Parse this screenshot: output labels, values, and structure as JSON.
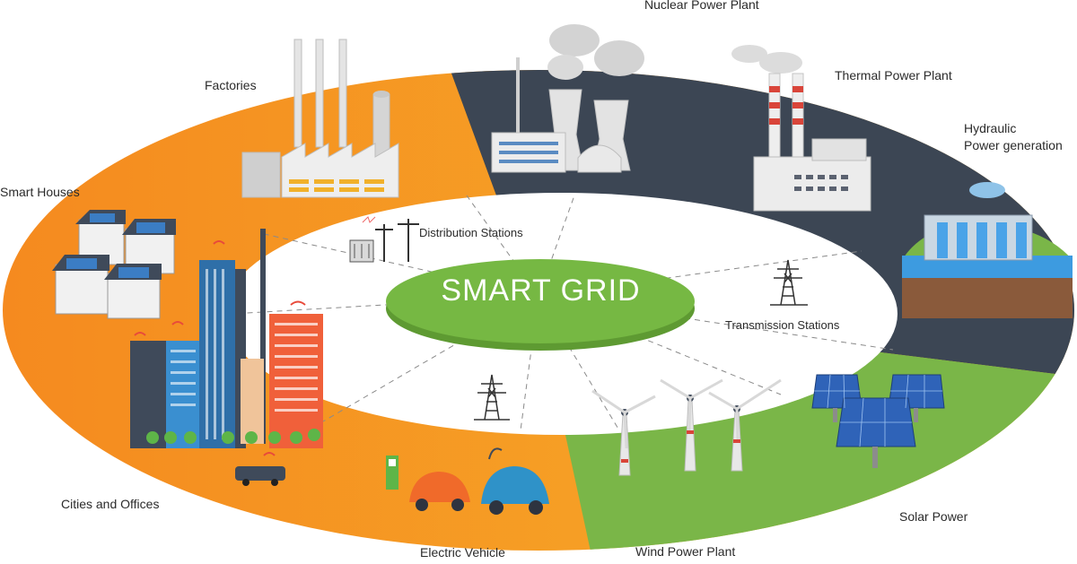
{
  "diagram": {
    "center_title": "SMART GRID",
    "labels": {
      "nuclear": "Nuclear Power Plant",
      "thermal": "Thermal Power Plant",
      "hydraulic_line1": "Hydraulic",
      "hydraulic_line2": "Power generation",
      "factories": "Factories",
      "smart_houses": "Smart Houses",
      "cities": "Cities and Offices",
      "electric_vehicle": "Electric Vehicle",
      "wind": "Wind Power Plant",
      "solar": "Solar Power",
      "distribution": "Distribution Stations",
      "transmission": "Transmission Stations"
    },
    "colors": {
      "orange": "#f39a1f",
      "dark": "#3c4654",
      "green": "#7ab648",
      "center_green": "#76b843",
      "white": "#ffffff"
    }
  }
}
